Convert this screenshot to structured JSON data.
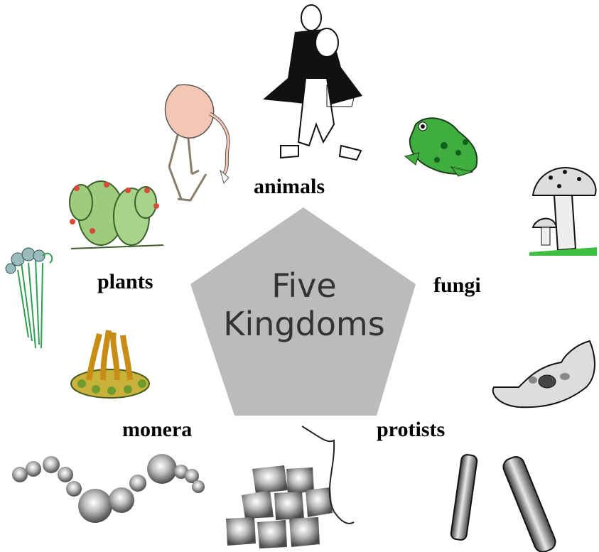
{
  "diagram": {
    "title_line1": "Five",
    "title_line2": "Kingdoms",
    "center_shape": "pentagon",
    "center_color": "#bbbbbb",
    "kingdoms": [
      {
        "label": "animals",
        "icons": [
          "flamingo-icon",
          "woman-walking-icon",
          "frog-icon"
        ]
      },
      {
        "label": "fungi",
        "icons": [
          "mushroom-icon"
        ]
      },
      {
        "label": "protists",
        "icons": [
          "amoeba-icon",
          "rod-bacteria-icon"
        ]
      },
      {
        "label": "monera",
        "icons": [
          "coccus-chain-icon",
          "cell-cluster-icon"
        ]
      },
      {
        "label": "plants",
        "icons": [
          "cactus-icon",
          "flowers-icon",
          "fern-icon"
        ]
      }
    ]
  }
}
